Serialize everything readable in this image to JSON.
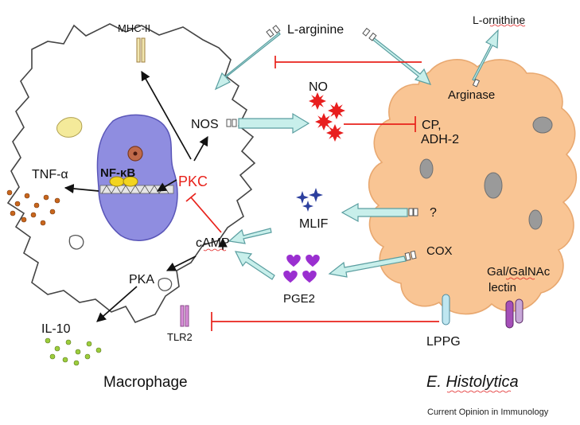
{
  "labels": {
    "mhc": "MHC-II",
    "larginine": "L-arginine",
    "lornithine": "L-ornithine",
    "arginase": "Arginase",
    "nos": "NOS",
    "no": "NO",
    "cp": "CP,",
    "adh": "ADH-2",
    "tnf": "TNF-α",
    "nfkb": "NF-κB",
    "pkc": "PKC",
    "mlif": "MLIF",
    "question": "?",
    "camp": "cAMP",
    "cox": "COX",
    "pka": "PKA",
    "pge2": "PGE2",
    "gal": "Gal/GalNAc",
    "lectin": "lectin",
    "il10": "IL-10",
    "tlr2": "TLR2",
    "lppg": "LPPG",
    "macrophage": "Macrophage",
    "ehisto": "E. Histolytica",
    "credit": "Current Opinion in Immunology"
  },
  "colors": {
    "amoeba": "#f9c594",
    "amoeba_edge": "#e8a870",
    "nucleus": "#8f8de0",
    "block_red": "#e8221b",
    "teal_arrow": "#c8efeb",
    "teal_edge": "#5a9ea0",
    "no_star": "#e81e1e",
    "mlif_star": "#2c3f9e",
    "pge2_heart": "#9a2fd0",
    "tnf_dot": "#c8661c",
    "il10_dot": "#9ccd3c",
    "tlr2": "#d88ed8",
    "gal_receptor": "#a54fb8",
    "lppg": "#bfe6f0"
  },
  "icons": [
    "no-star-icon",
    "mlif-star-icon",
    "pge2-heart-icon",
    "tnf-dot-icon",
    "il10-dot-icon"
  ]
}
